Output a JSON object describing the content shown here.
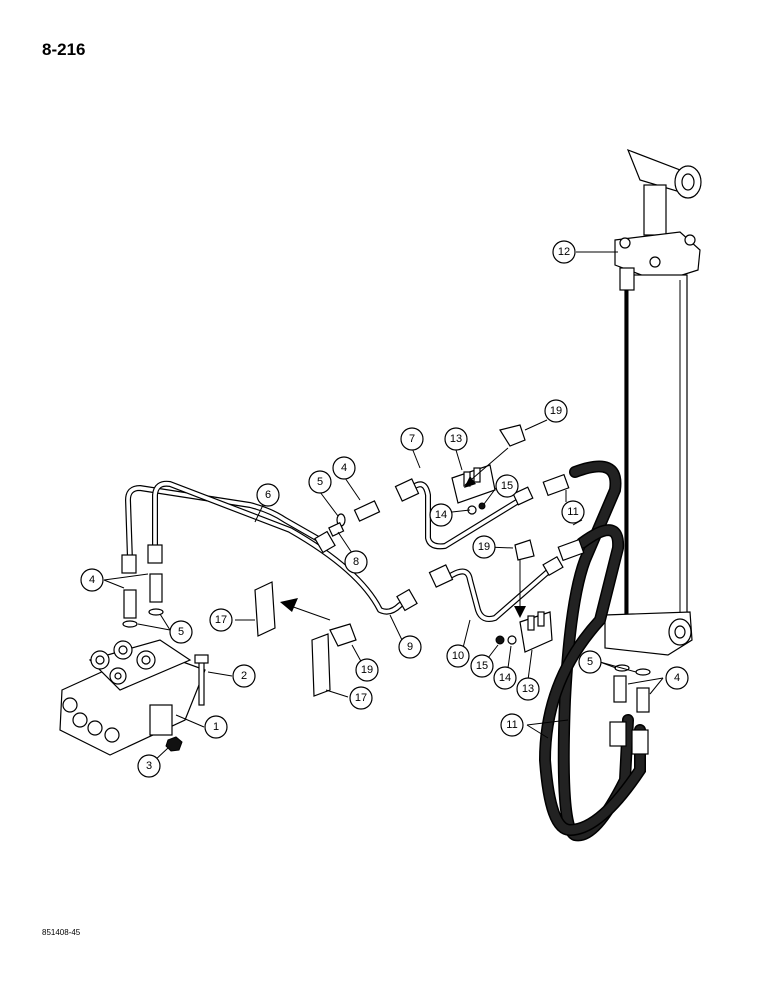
{
  "page": {
    "number": "8-216",
    "figure_code": "851408-45"
  },
  "callouts": [
    {
      "id": "c1",
      "label": "1"
    },
    {
      "id": "c2",
      "label": "2"
    },
    {
      "id": "c3",
      "label": "3"
    },
    {
      "id": "c4a",
      "label": "4"
    },
    {
      "id": "c4b",
      "label": "4"
    },
    {
      "id": "c4c",
      "label": "4"
    },
    {
      "id": "c5a",
      "label": "5"
    },
    {
      "id": "c5b",
      "label": "5"
    },
    {
      "id": "c5c",
      "label": "5"
    },
    {
      "id": "c6",
      "label": "6"
    },
    {
      "id": "c7",
      "label": "7"
    },
    {
      "id": "c8",
      "label": "8"
    },
    {
      "id": "c9",
      "label": "9"
    },
    {
      "id": "c10",
      "label": "10"
    },
    {
      "id": "c11a",
      "label": "11"
    },
    {
      "id": "c11b",
      "label": "11"
    },
    {
      "id": "c12",
      "label": "12"
    },
    {
      "id": "c13a",
      "label": "13"
    },
    {
      "id": "c13b",
      "label": "13"
    },
    {
      "id": "c14a",
      "label": "14"
    },
    {
      "id": "c14b",
      "label": "14"
    },
    {
      "id": "c15a",
      "label": "15"
    },
    {
      "id": "c15b",
      "label": "15"
    },
    {
      "id": "c17a",
      "label": "17"
    },
    {
      "id": "c17b",
      "label": "17"
    },
    {
      "id": "c19a",
      "label": "19"
    },
    {
      "id": "c19b",
      "label": "19"
    },
    {
      "id": "c19c",
      "label": "19"
    }
  ]
}
